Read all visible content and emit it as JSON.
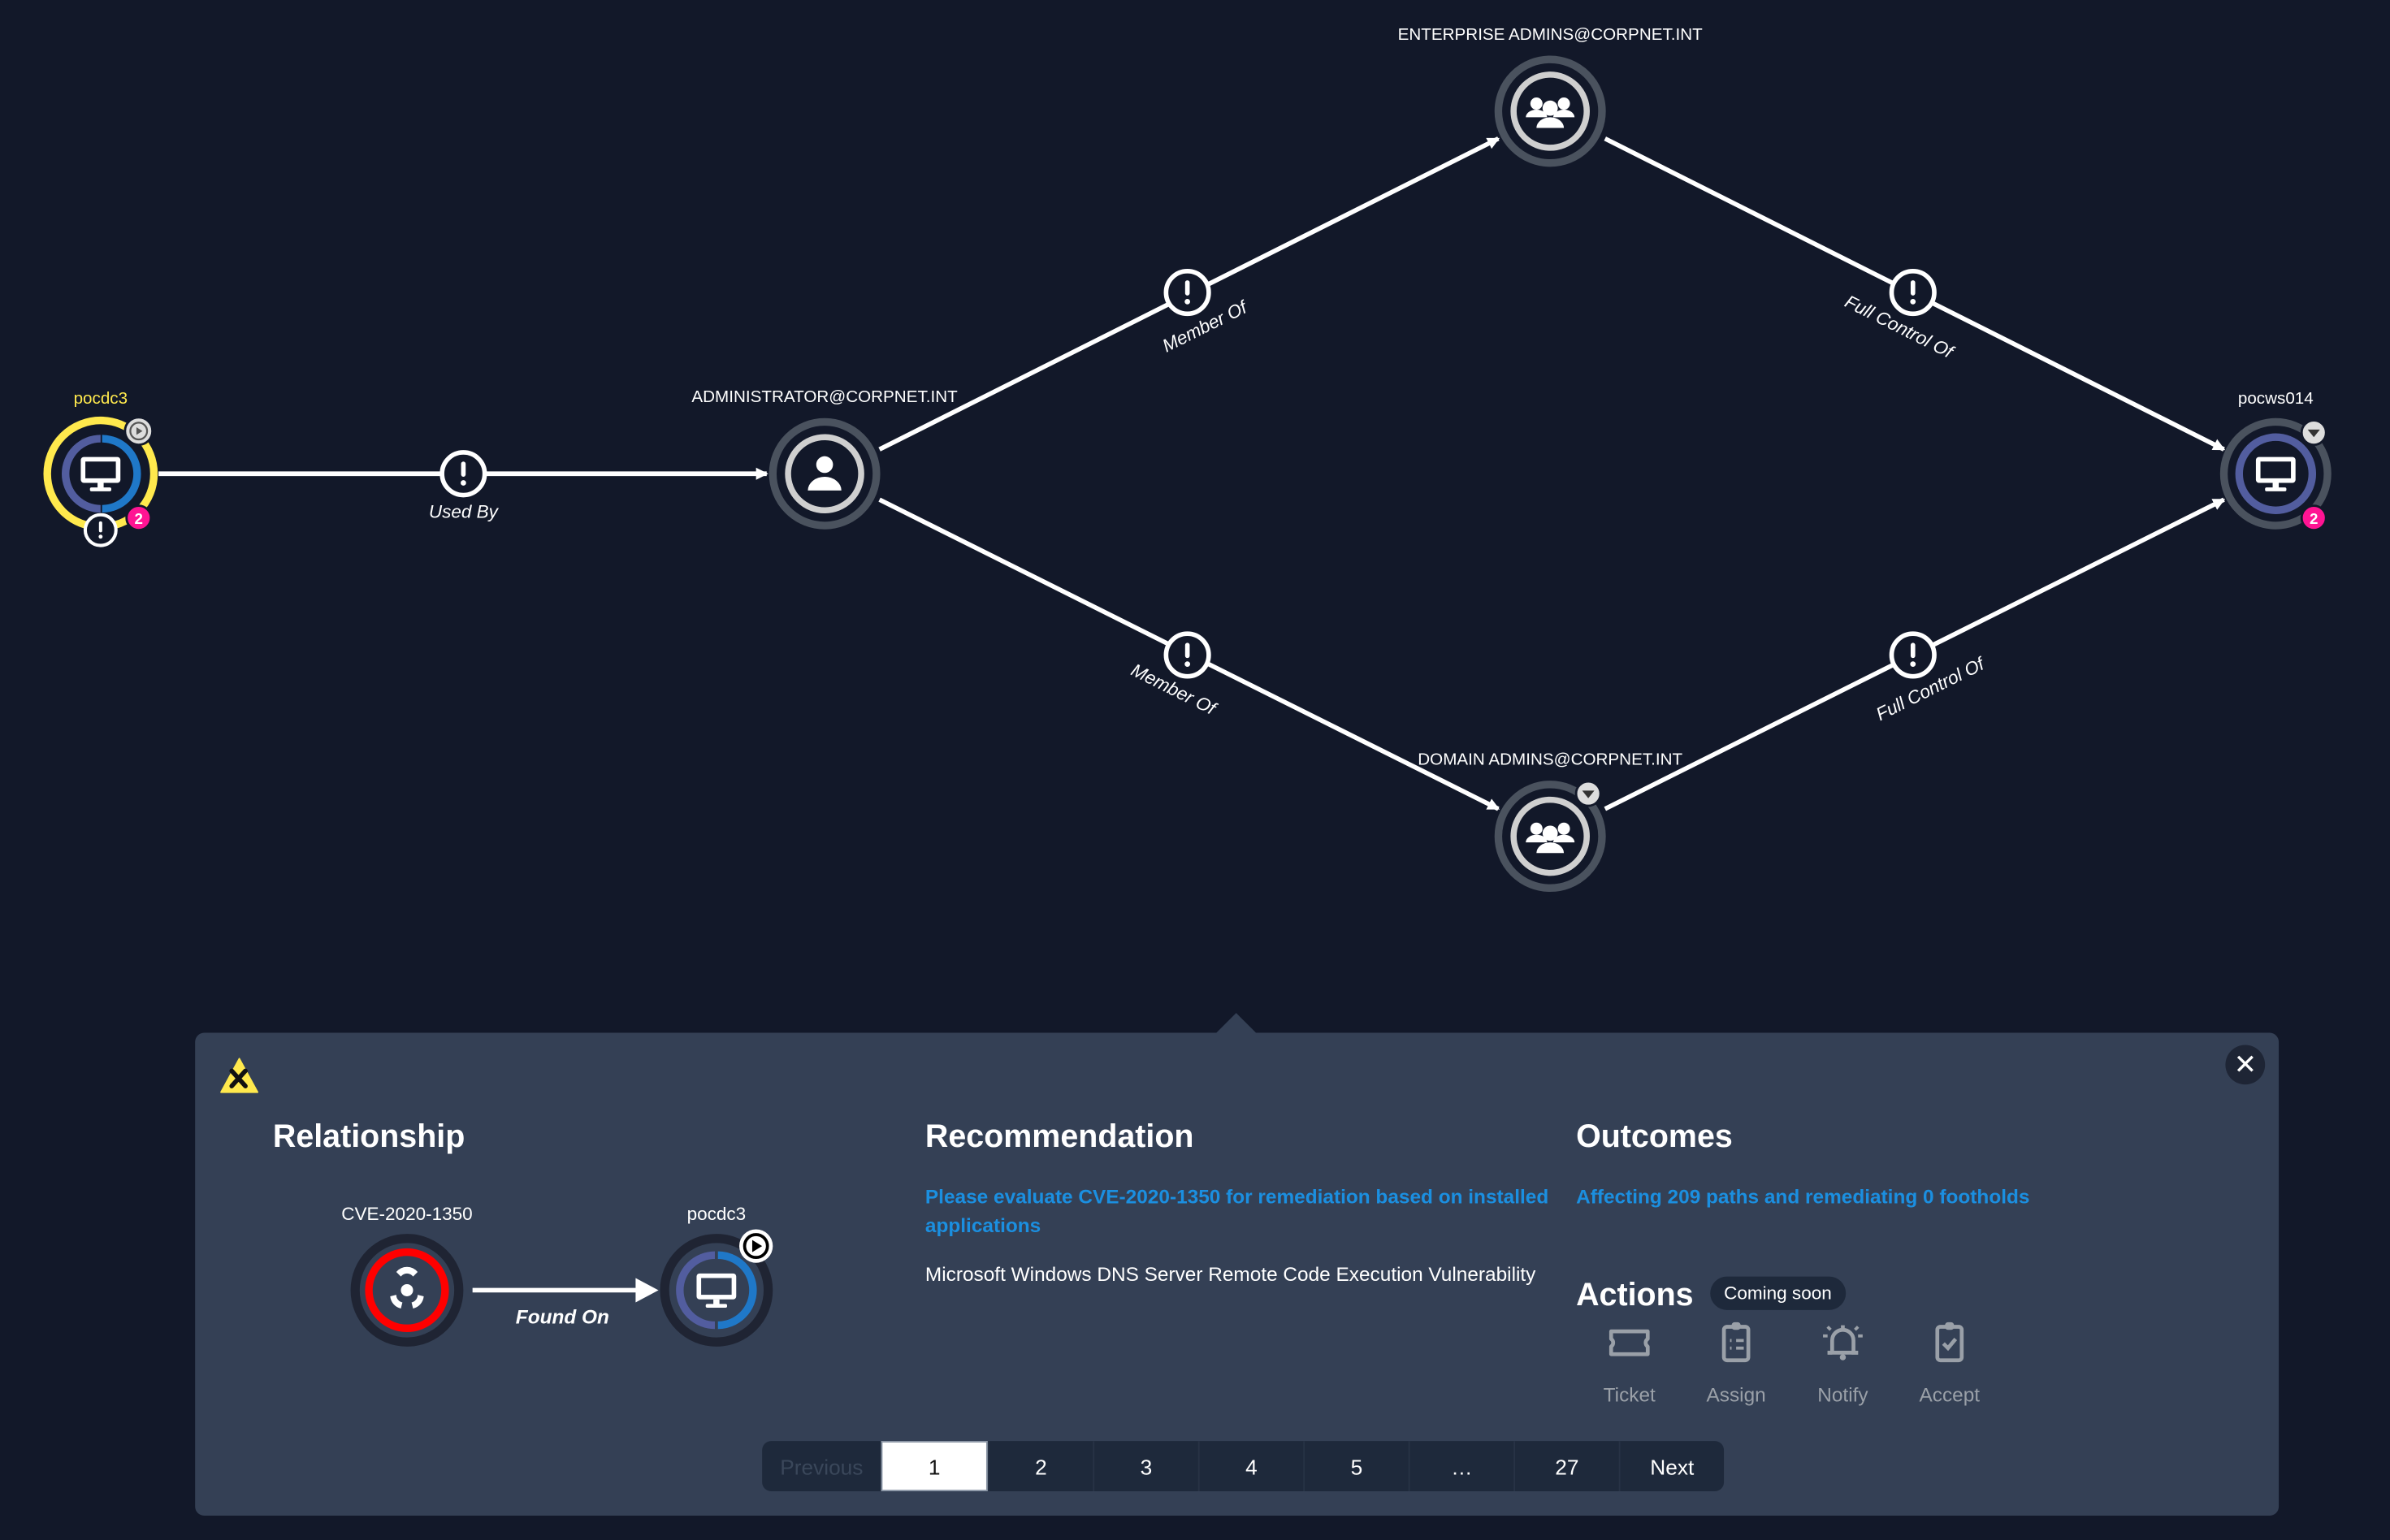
{
  "graph": {
    "nodes": [
      {
        "id": "pocdc3",
        "label": "pocdc3",
        "label_color": "#ffe94d",
        "type": "computer",
        "badge_count": "2"
      },
      {
        "id": "admin",
        "label": "ADMINISTRATOR@CORPNET.INT",
        "type": "user"
      },
      {
        "id": "ea",
        "label": "ENTERPRISE ADMINS@CORPNET.INT",
        "type": "group"
      },
      {
        "id": "da",
        "label": "DOMAIN ADMINS@CORPNET.INT",
        "type": "group"
      },
      {
        "id": "pocws014",
        "label": "pocws014",
        "type": "computer",
        "badge_count": "2"
      }
    ],
    "edges": [
      {
        "label": "Used By"
      },
      {
        "label": "Member Of"
      },
      {
        "label": "Member Of"
      },
      {
        "label": "Full Control Of"
      },
      {
        "label": "Full Control Of"
      }
    ]
  },
  "panel": {
    "relationship": {
      "title": "Relationship",
      "source_label": "CVE-2020-1350",
      "target_label": "pocdc3",
      "edge_label": "Found On"
    },
    "recommendation": {
      "title": "Recommendation",
      "link": "Please evaluate CVE-2020-1350 for remediation based on installed applications",
      "description": "Microsoft Windows DNS Server Remote Code Execution Vulnerability"
    },
    "outcomes": {
      "title": "Outcomes",
      "link": "Affecting 209 paths and remediating 0 footholds"
    },
    "actions": {
      "title": "Actions",
      "badge": "Coming soon",
      "items": [
        {
          "label": "Ticket",
          "icon": "ticket-icon"
        },
        {
          "label": "Assign",
          "icon": "clipboard-list-icon"
        },
        {
          "label": "Notify",
          "icon": "bell-icon"
        },
        {
          "label": "Accept",
          "icon": "clipboard-check-icon"
        }
      ]
    },
    "close_label": "✕",
    "pagination": {
      "previous": "Previous",
      "pages": [
        "1",
        "2",
        "3",
        "4",
        "5",
        "…",
        "27"
      ],
      "current": "1",
      "next": "Next"
    }
  },
  "colors": {
    "background": "#121829",
    "panel": "#344055",
    "link": "#1b8fe0",
    "highlight": "#ffe94d",
    "badge": "#ff1493",
    "vuln": "#ff0000"
  }
}
